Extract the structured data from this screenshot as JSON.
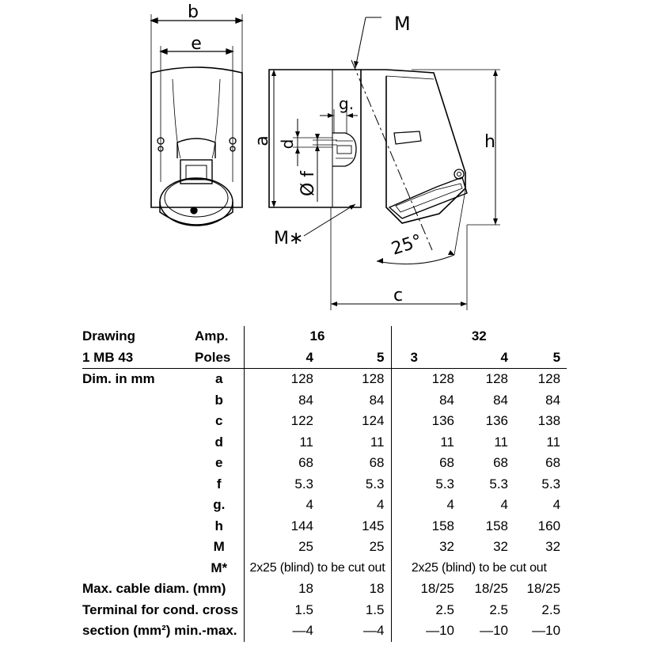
{
  "drawing_labels": {
    "b": "b",
    "e": "e",
    "M": "M",
    "g": "g.",
    "a": "a",
    "d": "d",
    "f": "Ø f",
    "h": "h",
    "Mstar": "M∗",
    "angle": "25°",
    "c": "c"
  },
  "table": {
    "drawing_label": "Drawing",
    "drawing_code": "1 MB 43",
    "dim_label": "Dim. in mm",
    "amp_label": "Amp.",
    "poles_label": "Poles",
    "groups": [
      {
        "amp": "16",
        "poles": [
          "4",
          "5"
        ]
      },
      {
        "amp": "32",
        "poles": [
          "3",
          "4",
          "5"
        ]
      }
    ],
    "rows": [
      {
        "key": "a",
        "values": [
          "128",
          "128",
          "128",
          "128",
          "128"
        ]
      },
      {
        "key": "b",
        "values": [
          "84",
          "84",
          "84",
          "84",
          "84"
        ]
      },
      {
        "key": "c",
        "values": [
          "122",
          "124",
          "136",
          "136",
          "138"
        ]
      },
      {
        "key": "d",
        "values": [
          "11",
          "11",
          "11",
          "11",
          "11"
        ]
      },
      {
        "key": "e",
        "values": [
          "68",
          "68",
          "68",
          "68",
          "68"
        ]
      },
      {
        "key": "f",
        "values": [
          "5.3",
          "5.3",
          "5.3",
          "5.3",
          "5.3"
        ]
      },
      {
        "key": "g.",
        "values": [
          "4",
          "4",
          "4",
          "4",
          "4"
        ]
      },
      {
        "key": "h",
        "values": [
          "144",
          "145",
          "158",
          "158",
          "160"
        ]
      },
      {
        "key": "M",
        "values": [
          "25",
          "25",
          "32",
          "32",
          "32"
        ]
      }
    ],
    "mstar": {
      "key": "M*",
      "group16": "2x25 (blind) to be cut out",
      "group32": "2x25 (blind) to be cut out"
    },
    "cable": {
      "label": "Max. cable diam. (mm)",
      "values": [
        "18",
        "18",
        "18/25",
        "18/25",
        "18/25"
      ]
    },
    "terminal": {
      "label1": "Terminal for cond. cross",
      "label2": "section (mm²) min.-max.",
      "min": [
        "1.5",
        "1.5",
        "2.5",
        "2.5",
        "2.5"
      ],
      "max": [
        "—4",
        "—4",
        "—10",
        "—10",
        "—10"
      ]
    }
  }
}
